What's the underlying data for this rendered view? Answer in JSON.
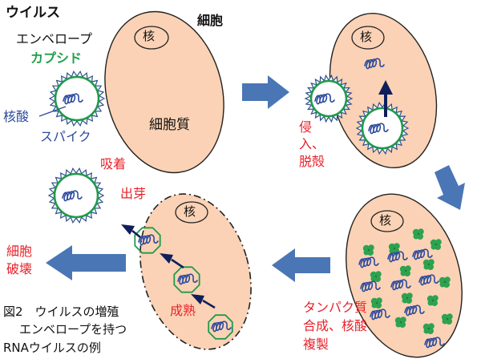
{
  "virus": {
    "title": "ウイルス",
    "envelope": "エンベロープ",
    "capsid": "カプシド",
    "nucleic_acid": "核酸",
    "spike": "スパイク"
  },
  "cell": {
    "label": "細胞",
    "cytoplasm": "細胞質",
    "nucleus": "核"
  },
  "steps": {
    "adsorption": "吸着",
    "entry": [
      "侵",
      "入、",
      "脱殻"
    ],
    "synthesis": [
      "タンパク質",
      "合成、核酸",
      "複製"
    ],
    "maturation": "成熟",
    "budding": "出芽",
    "destruction": [
      "細胞",
      "破壊"
    ]
  },
  "caption": {
    "line1": "図2　ウイルスの増殖",
    "line2": "エンベロープを持つ",
    "line3": "RNAウイルスの例"
  },
  "colors": {
    "cell_fill": "#fbd2b5",
    "arrow_blue": "#4a76b5",
    "envelope_green": "#1f9a4a",
    "spike_blue": "#2c4f8a",
    "protein_green": "#2ea24f",
    "arrow_navy": "#0f1f5c",
    "label_red": "#e8222a"
  }
}
